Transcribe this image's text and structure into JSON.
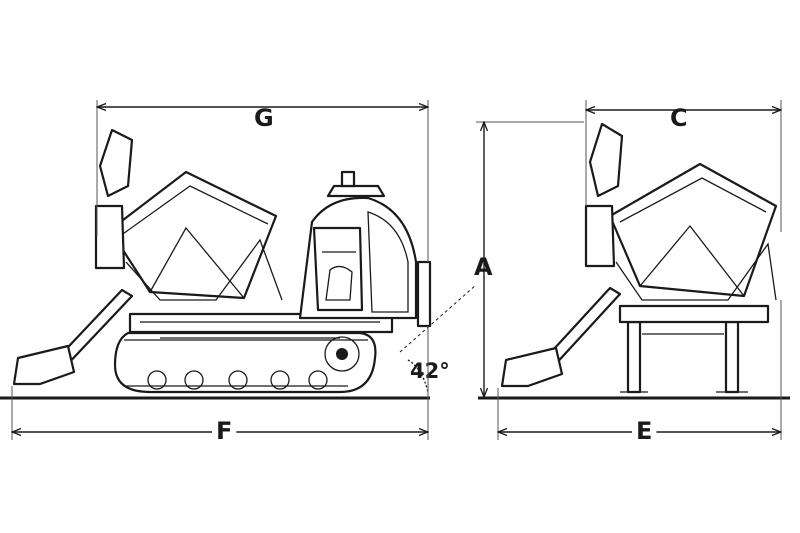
{
  "dimensions": {
    "G": "G",
    "F": "F",
    "A": "A",
    "C": "C",
    "E": "E"
  },
  "angle": "42°",
  "colors": {
    "line": "#1a1a1a",
    "background": "#ffffff"
  }
}
